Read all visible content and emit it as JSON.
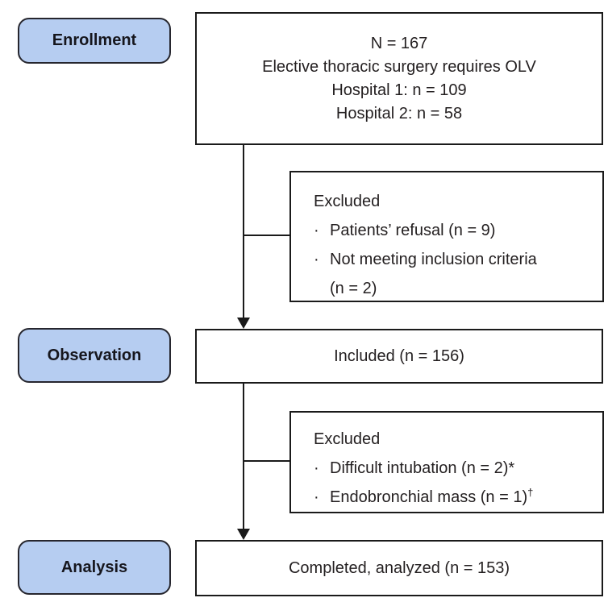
{
  "palette": {
    "stage_fill": "#b6cdf1",
    "stage_border": "#26262e",
    "box_border": "#1a1a1a",
    "connector": "#1a1a1a",
    "text": "#231f20",
    "background": "#ffffff"
  },
  "stages": {
    "enrollment": "Enrollment",
    "observation": "Observation",
    "analysis": "Analysis"
  },
  "flow": {
    "enrolled": {
      "lines": [
        "N = 167",
        "Elective thoracic surgery requires OLV",
        "Hospital 1: n = 109",
        "Hospital 2: n = 58"
      ]
    },
    "excluded_1": {
      "title": "Excluded",
      "bullet": "·",
      "items": [
        {
          "text": "Patients’ refusal (n = 9)"
        },
        {
          "text": "Not meeting inclusion criteria",
          "continuation": "(n = 2)"
        }
      ]
    },
    "included": {
      "label": "Included (n = 156)"
    },
    "excluded_2": {
      "title": "Excluded",
      "bullet": "·",
      "items": [
        {
          "text": "Difficult intubation (n = 2)",
          "marker": "*"
        },
        {
          "text": "Endobronchial mass (n = 1)",
          "marker": "†"
        }
      ]
    },
    "completed": {
      "label": "Completed, analyzed (n = 153)"
    }
  }
}
